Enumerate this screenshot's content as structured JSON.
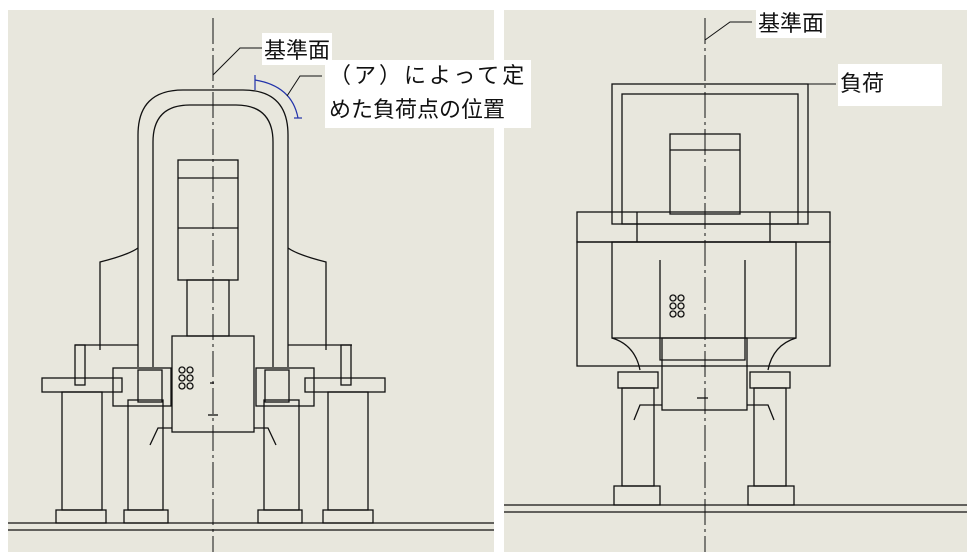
{
  "colors": {
    "background": "#e8e7dd",
    "line": "#111111",
    "dimension": "#2233aa",
    "label_bg": "#ffffff"
  },
  "left_panel": {
    "label_reference_plane": "基準面",
    "annotation_line1": "（ア）によって定",
    "annotation_line2": "めた負荷点の位置"
  },
  "right_panel": {
    "label_reference_plane": "基準面",
    "label_load": "負荷"
  }
}
